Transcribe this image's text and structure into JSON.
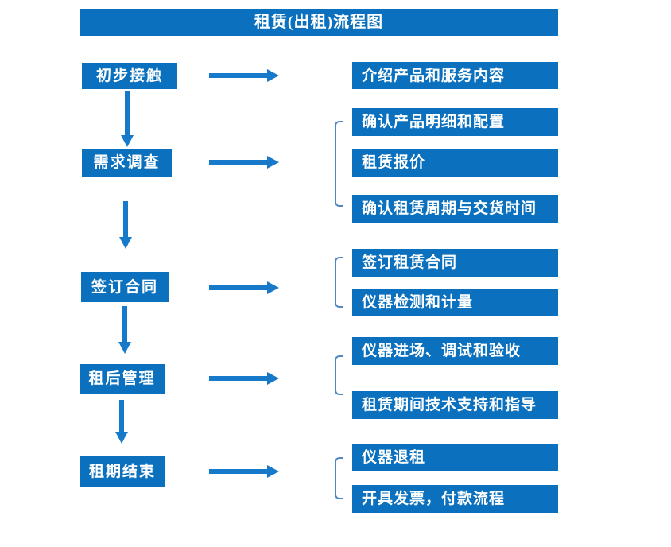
{
  "title": "租赁(出租)流程图",
  "colors": {
    "box_blue": "#0b70bd",
    "arrow_blue": "#1779c9",
    "bracket_blue": "#4f86c6",
    "text_white": "#ffffff",
    "background": "#ffffff"
  },
  "steps": [
    {
      "label": "初步接触",
      "details": [
        "介绍产品和服务内容"
      ]
    },
    {
      "label": "需求调查",
      "details": [
        "确认产品明细和配置",
        "租赁报价",
        "确认租赁周期与交货时间"
      ]
    },
    {
      "label": "签订合同",
      "details": [
        "签订租赁合同",
        "仪器检测和计量"
      ]
    },
    {
      "label": "租后管理",
      "details": [
        "仪器进场、调试和验收",
        "租赁期间技术支持和指导"
      ]
    },
    {
      "label": "租期结束",
      "details": [
        "仪器退租",
        "开具发票，付款流程"
      ]
    }
  ]
}
